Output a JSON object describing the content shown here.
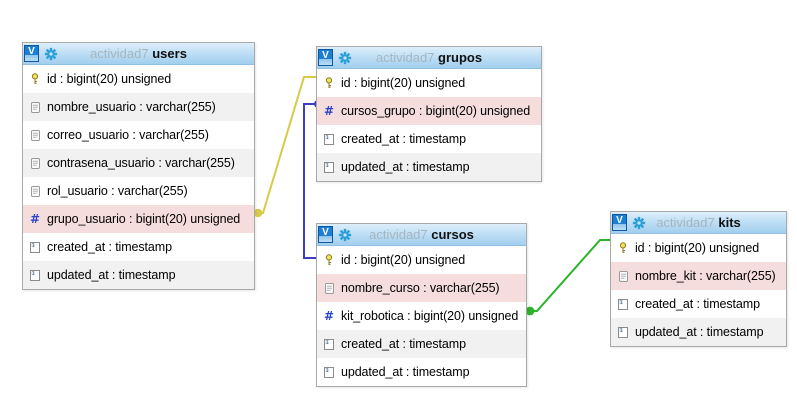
{
  "canvas": {
    "background": "#ffffff",
    "tool": "database designer"
  },
  "icons": {
    "v_label": "V",
    "hash_glyph": "#"
  },
  "tables": [
    {
      "header": {
        "db": "actividad7",
        "name": "users"
      },
      "columns": [
        {
          "icon": "key-icon",
          "text": "id : bigint(20) unsigned"
        },
        {
          "icon": "field-icon",
          "text": "nombre_usuario : varchar(255)"
        },
        {
          "icon": "field-icon",
          "text": "correo_usuario : varchar(255)"
        },
        {
          "icon": "field-icon",
          "text": "contrasena_usuario : varchar(255)"
        },
        {
          "icon": "field-icon",
          "text": "rol_usuario : varchar(255)"
        },
        {
          "icon": "hash-icon",
          "text": "grupo_usuario : bigint(20) unsigned",
          "highlight": "pink"
        },
        {
          "icon": "calendar-icon",
          "text": "created_at : timestamp"
        },
        {
          "icon": "calendar-icon",
          "text": "updated_at : timestamp"
        }
      ]
    },
    {
      "header": {
        "db": "actividad7",
        "name": "grupos"
      },
      "columns": [
        {
          "icon": "key-icon",
          "text": "id : bigint(20) unsigned"
        },
        {
          "icon": "hash-icon",
          "text": "cursos_grupo : bigint(20) unsigned",
          "highlight": "pink"
        },
        {
          "icon": "calendar-icon",
          "text": "created_at : timestamp"
        },
        {
          "icon": "calendar-icon",
          "text": "updated_at : timestamp"
        }
      ]
    },
    {
      "header": {
        "db": "actividad7",
        "name": "cursos"
      },
      "columns": [
        {
          "icon": "key-icon",
          "text": "id : bigint(20) unsigned"
        },
        {
          "icon": "field-icon",
          "text": "nombre_curso : varchar(255)",
          "highlight": "pink"
        },
        {
          "icon": "hash-icon",
          "text": "kit_robotica : bigint(20) unsigned"
        },
        {
          "icon": "calendar-icon",
          "text": "created_at : timestamp"
        },
        {
          "icon": "calendar-icon",
          "text": "updated_at : timestamp"
        }
      ]
    },
    {
      "header": {
        "db": "actividad7",
        "name": "kits"
      },
      "columns": [
        {
          "icon": "key-icon",
          "text": "id : bigint(20) unsigned"
        },
        {
          "icon": "field-icon",
          "text": "nombre_kit : varchar(255)",
          "highlight": "pink"
        },
        {
          "icon": "calendar-icon",
          "text": "created_at : timestamp"
        },
        {
          "icon": "calendar-icon",
          "text": "updated_at : timestamp"
        }
      ]
    }
  ],
  "relations": [
    {
      "from": "users.grupo_usuario",
      "to": "grupos.id",
      "color": "#d6ca48"
    },
    {
      "from": "grupos.cursos_grupo",
      "to": "cursos.id",
      "color": "#3d3dc4"
    },
    {
      "from": "cursos.kit_robotica",
      "to": "kits.id",
      "color": "#2bb32b"
    }
  ]
}
